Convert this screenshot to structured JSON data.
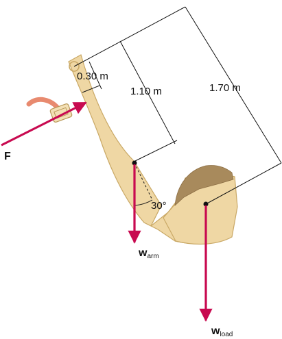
{
  "labels": {
    "d1": "0.30 m",
    "d2": "1.10 m",
    "d3": "1.70 m",
    "angle": "30°",
    "force": "F",
    "w_arm_main": "w",
    "w_arm_sub": "arm",
    "w_load_main": "w",
    "w_load_sub": "load"
  },
  "colors": {
    "arm_fill": "#efd7a4",
    "arm_stroke": "#c9a865",
    "arrow": "#c80a50",
    "dirt": "#a88a5c",
    "hose": "#e88a6f",
    "line": "#111111"
  },
  "icons": {
    "pivot": "pivot-circle-icon",
    "handle": "hand-grip-icon"
  }
}
